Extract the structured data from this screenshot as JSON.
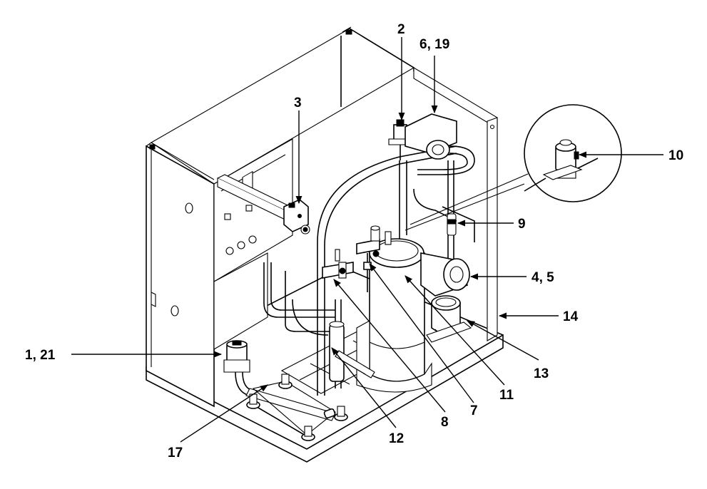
{
  "callouts": {
    "c2": "2",
    "c6_19": "6, 19",
    "c3": "3",
    "c10": "10",
    "c9": "9",
    "c4_5": "4, 5",
    "c14": "14",
    "c1_21": "1, 21",
    "c13": "13",
    "c11": "11",
    "c7": "7",
    "c8": "8",
    "c12": "12",
    "c17": "17"
  }
}
